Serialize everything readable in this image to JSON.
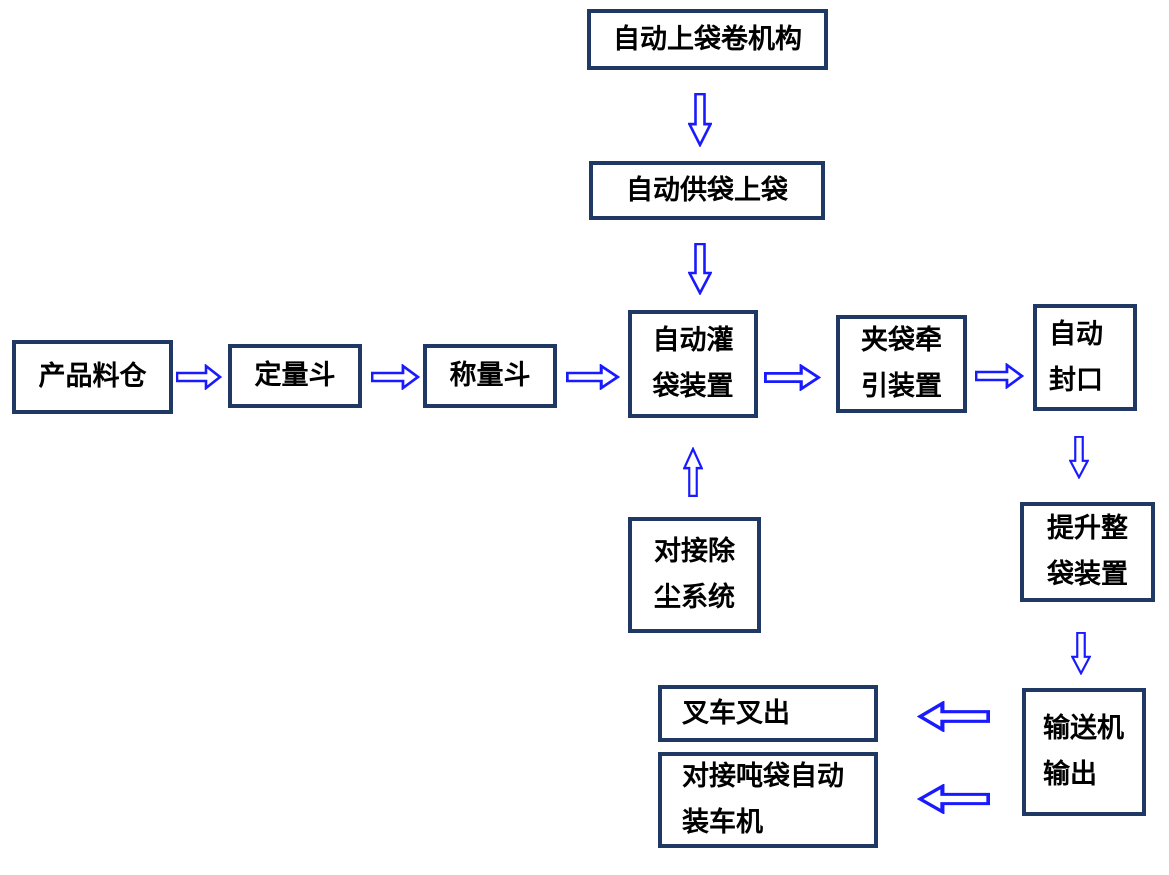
{
  "diagram": {
    "type": "flowchart",
    "background": "#ffffff",
    "colors": {
      "box_border": "#1f3864",
      "arrow": "#1a1aff",
      "arrow_fill": "#ffffff",
      "text": "#000000"
    },
    "nodes": {
      "bag_roll_mechanism": {
        "line1": "自动上袋卷机构"
      },
      "bag_supply": {
        "line1": "自动供袋上袋"
      },
      "product_silo": {
        "line1": "产品料仓"
      },
      "dosing_hopper": {
        "line1": "定量斗"
      },
      "weighing_hopper": {
        "line1": "称量斗"
      },
      "bag_filling": {
        "line1": "自动灌",
        "line2": "袋装置"
      },
      "bag_clamp_traction": {
        "line1": "夹袋牵",
        "line2": "引装置"
      },
      "auto_sealing": {
        "line1": "自动",
        "line2": "封口"
      },
      "dust_removal": {
        "line1": "对接除",
        "line2": "尘系统"
      },
      "bag_lifting": {
        "line1": "提升整",
        "line2": "袋装置"
      },
      "conveyor_output": {
        "line1": "输送机",
        "line2": "输出"
      },
      "forklift_out": {
        "line1": "叉车叉出"
      },
      "ton_bag_loader": {
        "line1": "对接吨袋自动",
        "line2": "装车机"
      }
    },
    "edges": [
      {
        "from": "bag_roll_mechanism",
        "to": "bag_supply",
        "direction": "down"
      },
      {
        "from": "bag_supply",
        "to": "bag_filling",
        "direction": "down"
      },
      {
        "from": "product_silo",
        "to": "dosing_hopper",
        "direction": "right"
      },
      {
        "from": "dosing_hopper",
        "to": "weighing_hopper",
        "direction": "right"
      },
      {
        "from": "weighing_hopper",
        "to": "bag_filling",
        "direction": "right"
      },
      {
        "from": "bag_filling",
        "to": "bag_clamp_traction",
        "direction": "right"
      },
      {
        "from": "bag_clamp_traction",
        "to": "auto_sealing",
        "direction": "right"
      },
      {
        "from": "dust_removal",
        "to": "bag_filling",
        "direction": "up"
      },
      {
        "from": "auto_sealing",
        "to": "bag_lifting",
        "direction": "down"
      },
      {
        "from": "bag_lifting",
        "to": "conveyor_output",
        "direction": "down"
      },
      {
        "from": "conveyor_output",
        "to": "forklift_out",
        "direction": "left"
      },
      {
        "from": "conveyor_output",
        "to": "ton_bag_loader",
        "direction": "left"
      }
    ]
  }
}
